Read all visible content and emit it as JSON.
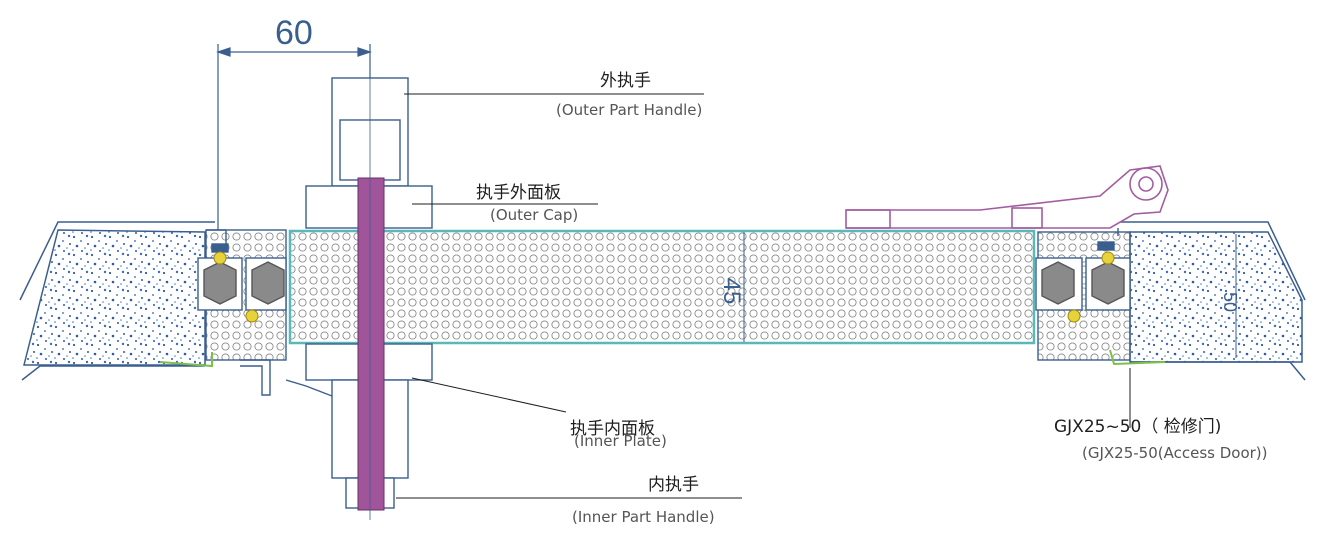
{
  "dimensions": {
    "gap": "60",
    "panel": "45",
    "frame": "50"
  },
  "labels": {
    "outer_handle_cn": "外执手",
    "outer_handle_en": "(Outer Part Handle)",
    "outer_cap_cn": "执手外面板",
    "outer_cap_en": "(Outer Cap)",
    "inner_plate_cn": "执手内面板",
    "inner_plate_en": "(Inner Plate)",
    "inner_handle_cn": "内执手",
    "inner_handle_en": "(Inner Part Handle)",
    "model_cn": "GJX25~50（ 检修门)",
    "model_en": "(GJX25-50(Access Door))"
  },
  "colors": {
    "outline": "#3a5f8f",
    "bolt": "#a0559a",
    "panel_edge": "#5ab8b8",
    "hinge": "#a45ca0",
    "insulation": "#2f5aa8",
    "gasket": "#e6d23a",
    "seal": "#7cc04a"
  }
}
